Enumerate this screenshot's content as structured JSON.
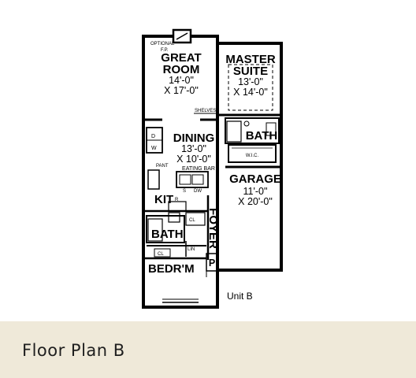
{
  "plan": {
    "great_room": {
      "name_line1": "GREAT",
      "name_line2": "ROOM",
      "dim1": "14'-0\"",
      "dim2": "X 17'-0\""
    },
    "master_suite": {
      "name_line1": "MASTER",
      "name_line2": "SUITE",
      "dim1": "13'-0\"",
      "dim2": "X 14'-0\""
    },
    "dining": {
      "name": "DINING",
      "dim1": "13'-0\"",
      "dim2": "X 10'-0\""
    },
    "bath_upper": "BATH",
    "bath_lower": "BATH",
    "garage": {
      "name": "GARAGE",
      "dim1": "11'-0\"",
      "dim2": "X 20'-0\""
    },
    "kitchen": "KIT",
    "foyer": "FOYER",
    "bedroom": "BEDR'M",
    "porch": "P",
    "labels": {
      "optional": "OPTIONAL",
      "fp": "F.P.",
      "shelves": "SHELVES",
      "wic": "W.I.C.",
      "eating_bar": "EATING BAR",
      "pant": "PANT",
      "d": "D",
      "w": "W",
      "s": "S",
      "dw": "DW",
      "r": "R",
      "cl_upper": "CL",
      "cl_lower": "CL",
      "lin": "LIN"
    },
    "unit_label": "Unit B"
  },
  "caption": {
    "title": "Floor Plan B"
  },
  "colors": {
    "caption_bg": "#efe9d9",
    "line": "#000000"
  }
}
